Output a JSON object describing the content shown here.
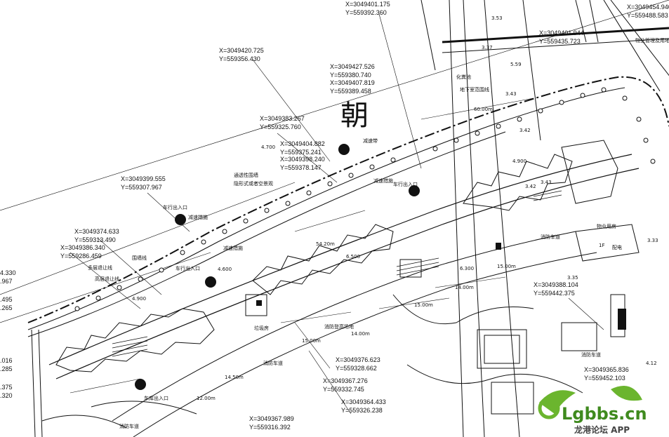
{
  "title_glyph": "朝",
  "coordinates": [
    {
      "x": "X=3049401.175",
      "y": "Y=559392.360"
    },
    {
      "x": "X=3049454.940",
      "y": "Y=559488.583"
    },
    {
      "x": "X=3049401.944",
      "y": "Y=559435.723"
    },
    {
      "x": "X=3049420.725",
      "y": "Y=559356.430"
    },
    {
      "x": "X=3049427.526",
      "y": "Y=559380.740"
    },
    {
      "x": "X=3049407.819",
      "y": "Y=559389.458"
    },
    {
      "x": "X=3049383.267",
      "y": "Y=559325.760"
    },
    {
      "x": "X=3049404.882",
      "y": "Y=559375.241"
    },
    {
      "x": "X=3049398.240",
      "y": "Y=559378.147"
    },
    {
      "x": "X=3049399.555",
      "y": "Y=559307.967"
    },
    {
      "x": "X=3049374.633",
      "y": "Y=559313.490"
    },
    {
      "x": "X=3049386.340",
      "y": "Y=559286.459"
    },
    {
      "x": "X=3049388.104",
      "y": "Y=559442.375"
    },
    {
      "x": "X=3049376.623",
      "y": "Y=559328.662"
    },
    {
      "x": "X=3049367.276",
      "y": "Y=559332.745"
    },
    {
      "x": "X=3049365.836",
      "y": "Y=559452.103"
    },
    {
      "x": "X=3049364.433",
      "y": "Y=559326.238"
    },
    {
      "x": "X=3049367.989",
      "y": "Y=559316.392"
    }
  ],
  "edge_numbers": [
    "4.330",
    ".967",
    ".495",
    ".265",
    ".016",
    ".285",
    ".375",
    ".320"
  ],
  "labels": {
    "septic_tank": "化粪池",
    "basement_line": "地下室范围线",
    "speed_bump": "减速带",
    "speed_bump_2": "减速措施",
    "speed_bump_3": "减速措施",
    "speed_bump_4": "减速措施",
    "permeable_fence": "通透性围墙",
    "hidden_path": "隐形式或者空景观",
    "multi_setback_1": "多层退让线",
    "high_setback": "高层退让线",
    "fence": "围墙线",
    "fire_lane_1": "消防车道",
    "fire_lane_2": "消防登高场地",
    "fire_lane_3": "消防车道",
    "fire_lane_4": "消防车道",
    "fire_lane_5": "消防车道",
    "vehicle_entry_1": "车行出入口",
    "vehicle_entry_2": "车行出入口",
    "vehicle_entry_3": "车行出入口",
    "property": "物业用房",
    "ramp": "车库出入口",
    "garbage": "垃圾房",
    "distribution": "配电",
    "road_north": "物业管理及用地 (地下)",
    "building_1f": "1F"
  },
  "dimensions": [
    "60.00m",
    "54.20m",
    "14.00m",
    "15.00m",
    "15.00m",
    "14.00m",
    "15.00m",
    "14.50m",
    "12.00m",
    "4.700",
    "4.900",
    "6.500",
    "4.900",
    "6.300",
    "4.600"
  ],
  "elevations": [
    "3.53",
    "3.37",
    "3.42",
    "3.43",
    "3.42",
    "3.43",
    "3.35",
    "3.33",
    "4.12",
    "5.59"
  ],
  "watermark": {
    "logo": "Lgbbs.cn",
    "caption": "龙港论坛 APP"
  }
}
